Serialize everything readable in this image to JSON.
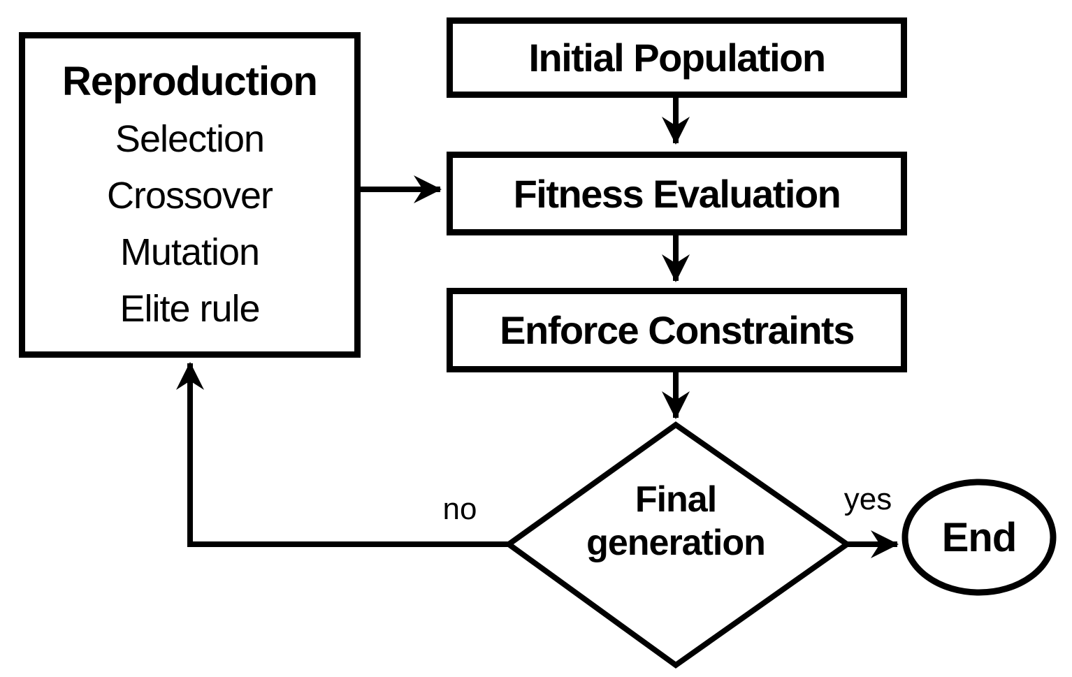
{
  "diagram": {
    "background_color": "#ffffff",
    "stroke_color": "#000000",
    "reproduction_box": {
      "title": "Reproduction",
      "items": [
        "Selection",
        "Crossover",
        "Mutation",
        "Elite rule"
      ]
    },
    "process_boxes": [
      {
        "label": "Initial Population"
      },
      {
        "label": "Fitness Evaluation"
      },
      {
        "label": "Enforce Constraints"
      }
    ],
    "decision": {
      "line1": "Final",
      "line2": "generation"
    },
    "terminator": {
      "label": "End"
    },
    "edge_labels": {
      "no": "no",
      "yes": "yes"
    }
  }
}
